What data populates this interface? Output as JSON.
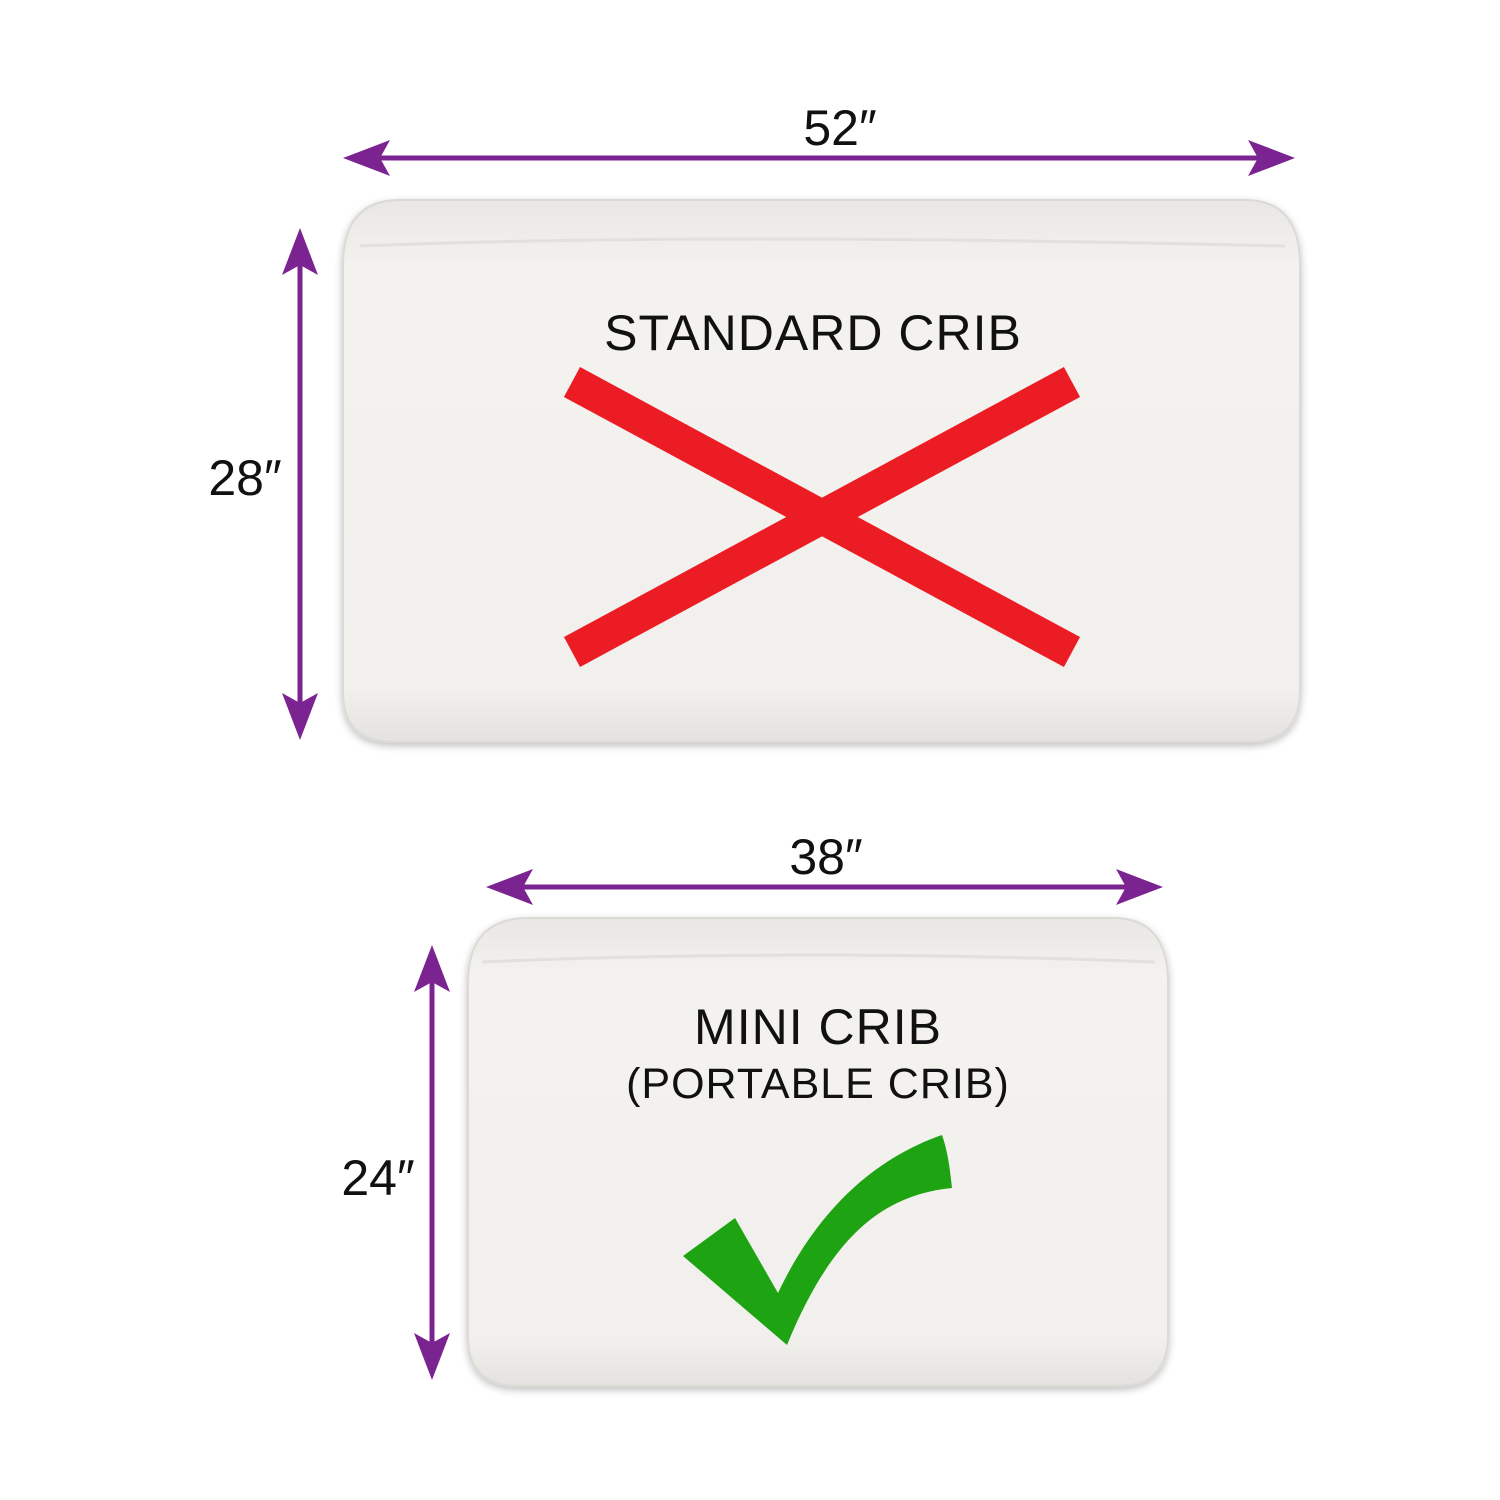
{
  "colors": {
    "dimension_arrow": "#7b2390",
    "mattress_fill": "#f2f0ed",
    "mattress_edge": "#dcdad6",
    "reject_mark": "#ec1c24",
    "approve_mark": "#1ea312",
    "text": "#111111"
  },
  "standard_crib": {
    "label": "STANDARD CRIB",
    "width_label": "52″",
    "height_label": "28″",
    "status_icon": "x-mark-icon"
  },
  "mini_crib": {
    "label": "MINI CRIB",
    "sublabel": "(PORTABLE CRIB)",
    "width_label": "38″",
    "height_label": "24″",
    "status_icon": "check-mark-icon"
  }
}
